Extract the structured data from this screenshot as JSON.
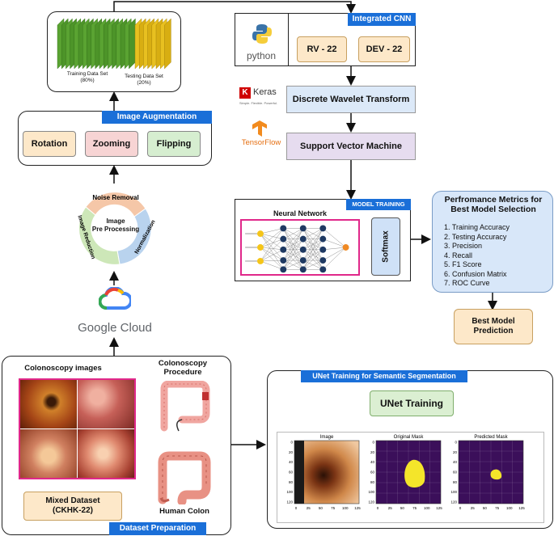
{
  "training_data": {
    "train_label": "Training Data Set",
    "train_pct": "(80%)",
    "test_label": "Testing Data Set",
    "test_pct": "(20%)"
  },
  "augmentation": {
    "title": "Image Augmentation",
    "items": [
      "Rotation",
      "Zooming",
      "Flipping"
    ]
  },
  "preprocessing": {
    "center": "Image\nPre Processing",
    "steps": [
      "Noise Removal",
      "Normalization",
      "Image Reduction"
    ]
  },
  "cloud": {
    "label": "Google Cloud"
  },
  "dataset": {
    "title": "Dataset Preparation",
    "images_title": "Colonoscopy images",
    "procedure_label": "Colonoscopy\nProcedure",
    "colon_label": "Human Colon",
    "mixed_label": "Mixed Dataset\n(CKHK-22)"
  },
  "cnn": {
    "title": "Integrated CNN",
    "models": [
      "RV - 22",
      "DEV - 22"
    ],
    "python_label": "python",
    "keras_label": "Keras",
    "keras_tagline": "Simple. Flexible. Powerful.",
    "tensorflow_label": "TensorFlow",
    "dwt": "Discrete Wavelet Transform",
    "svm": "Support Vector Machine"
  },
  "model_training": {
    "title": "MODEL TRAINING",
    "nn_label": "Neural Network",
    "softmax": "Softmax"
  },
  "metrics": {
    "title": "Perfromance Metrics for\nBest Model Selection",
    "items": [
      "1. Training Accuracy",
      "2. Testing Accuracy",
      "3. Precision",
      "4. Recall",
      "5. F1 Score",
      "6. Confusion Matrix",
      "7. ROC Curve"
    ]
  },
  "best_model": {
    "label": "Best Model\nPrediction"
  },
  "unet": {
    "title": "UNet Training for Semantic Segmentation",
    "button": "UNet Training",
    "panels": [
      "Image",
      "Original Mask",
      "Predicted Mask"
    ],
    "yticks": [
      "0",
      "20",
      "40",
      "60",
      "80",
      "100",
      "120"
    ],
    "xticks": [
      "0",
      "25",
      "50",
      "75",
      "100",
      "125"
    ]
  },
  "colors": {
    "accent_blue": "#1a6fd8",
    "train_green": "#5aa332",
    "test_yellow": "#e8c020",
    "rotation_bg": "#fde8c9",
    "zooming_bg": "#f7d4d4",
    "flipping_bg": "#d6eed0",
    "model_chip_bg": "#fde8c9",
    "dwt_bg": "#dce9f8",
    "svm_bg": "#e6dcef",
    "metrics_bg": "#d8e7f9",
    "best_bg": "#fde8c9",
    "unet_btn_bg": "#dbefd2",
    "mask_purple": "#3b0f5a",
    "mask_yellow": "#f4e52a",
    "nn_border": "#e0288a",
    "node_yellow": "#f5c518",
    "node_navy": "#1f3a63",
    "node_orange": "#f08a24"
  }
}
